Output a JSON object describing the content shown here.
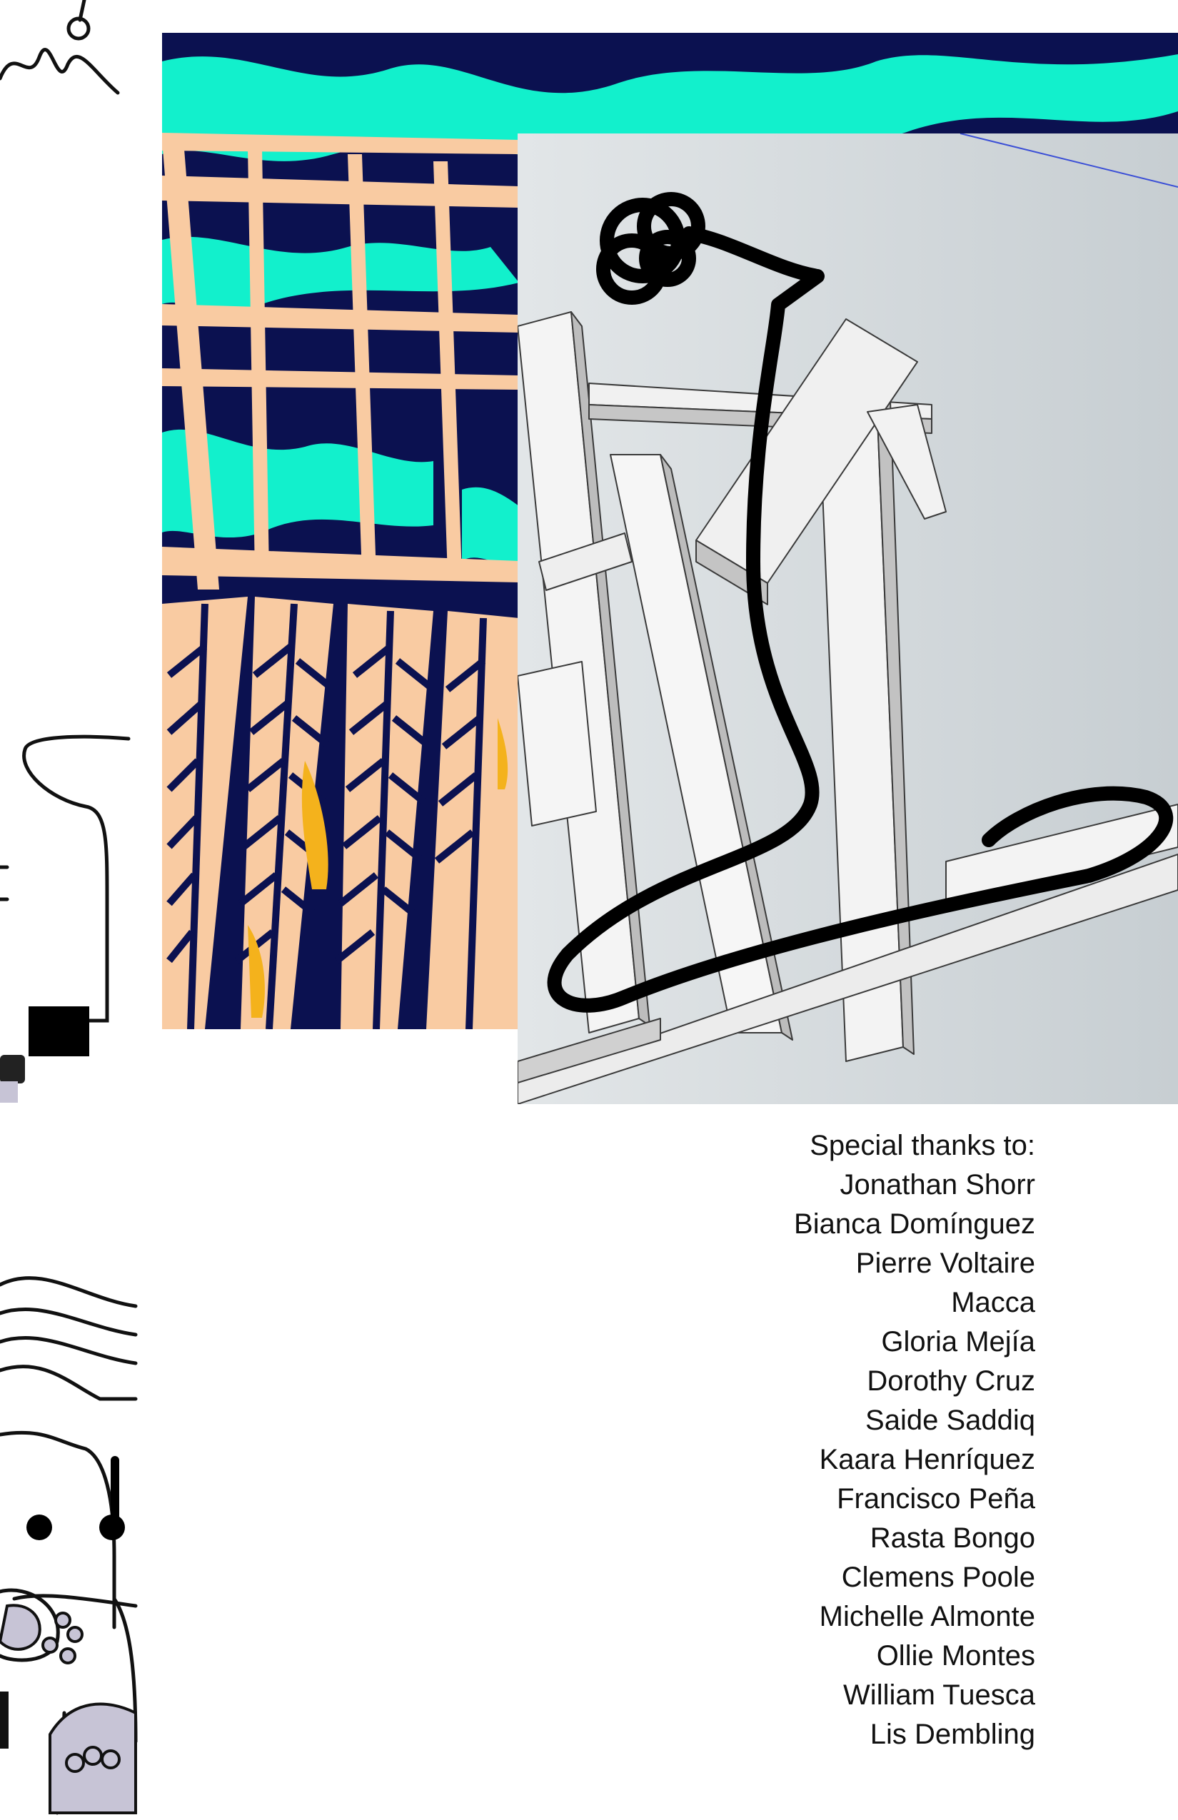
{
  "credits": {
    "heading": "Special thanks to:",
    "names": [
      "Jonathan Shorr",
      "Bianca Domínguez",
      "Pierre Voltaire",
      "Macca",
      "Gloria Mejía",
      "Dorothy Cruz",
      "Saide Saddiq",
      "Kaara Henríquez",
      "Francisco Peña",
      "Rasta Bongo",
      "Clemens Poole",
      "Michelle Almonte",
      "Ollie Montes",
      "William Tuesca",
      "Lis Dembling"
    ]
  },
  "colors": {
    "navy": "#0b1150",
    "turquoise": "#12f0cc",
    "peach": "#f9cba2",
    "gold": "#f4b21c",
    "render_bg": "#d8dde0",
    "render_edge": "#3a3a3a",
    "ink": "#000000"
  }
}
